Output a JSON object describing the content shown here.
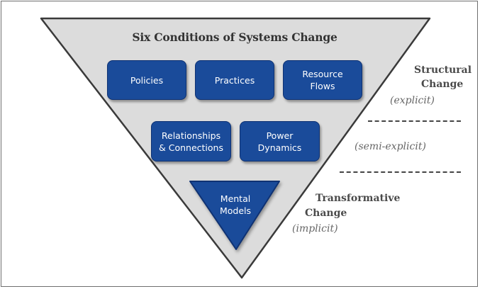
{
  "title": "Six Conditions of Systems Change",
  "explicit_row": [
    "Policies",
    "Practices",
    "Resource\nFlows"
  ],
  "semi_row": [
    "Relationships\n& Connections",
    "Power\nDynamics"
  ],
  "implicit_row": [
    "Mental\nModels"
  ],
  "structural": {
    "line1": "Structural",
    "line2": "Change",
    "qualifier": "(explicit)"
  },
  "semi": {
    "qualifier": "(semi-explicit)"
  },
  "transformative": {
    "line1": "Transformative",
    "line2": "Change",
    "qualifier": "(implicit)"
  },
  "colors": {
    "box_fill": "#1a4b9a",
    "triangle_fill": "#dcdcdc",
    "outline": "#3a3a3a"
  }
}
